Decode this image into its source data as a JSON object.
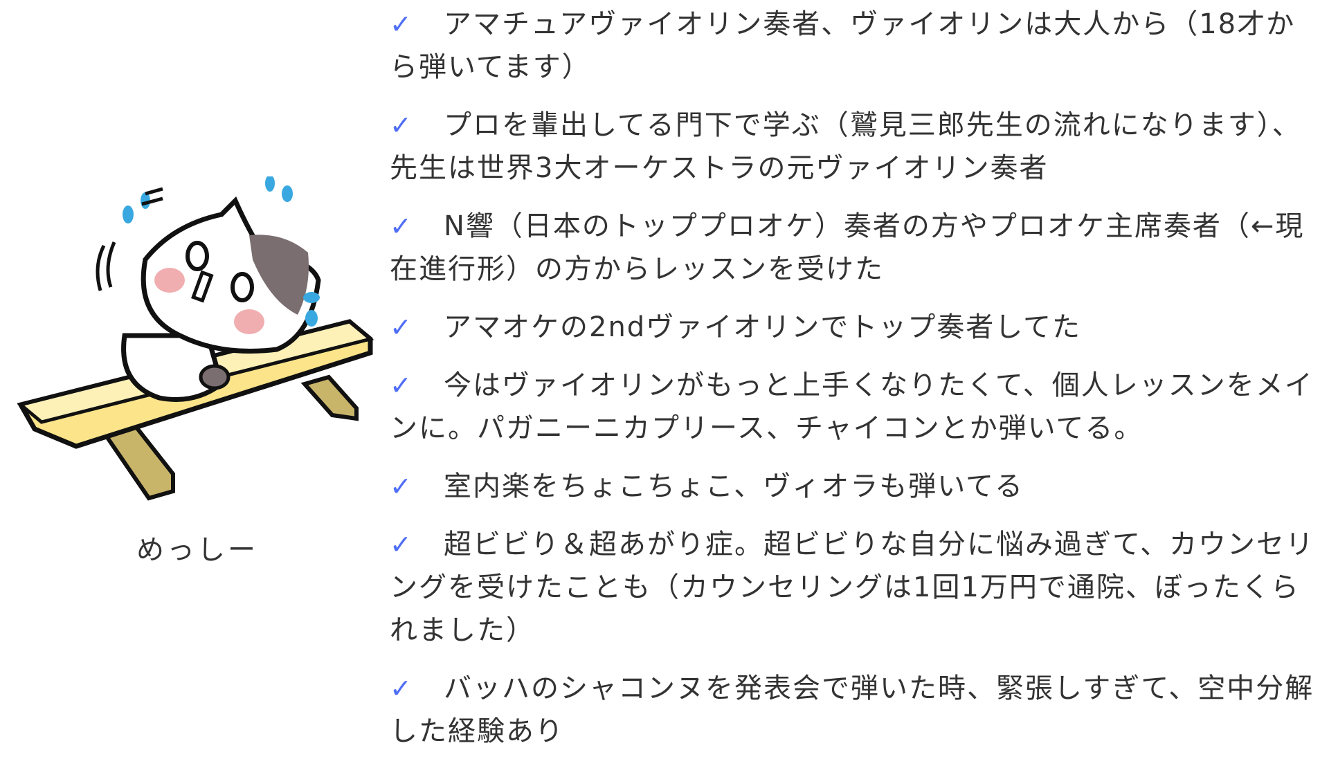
{
  "profile": {
    "name": "めっしー",
    "illustration": "cat-on-balance-beam-illustration"
  },
  "list": {
    "check_icon": "✓",
    "check_color": "#4f6ef7",
    "items": [
      "アマチュアヴァイオリン奏者、ヴァイオリンは大人から（18才から弾いてます）",
      "プロを輩出してる門下で学ぶ（鷲見三郎先生の流れになります）、先生は世界3大オーケストラの元ヴァイオリン奏者",
      "N響（日本のトッププロオケ）奏者の方やプロオケ主席奏者（←現在進行形）の方からレッスンを受けた",
      "アマオケの2ndヴァイオリンでトップ奏者してた",
      "今はヴァイオリンがもっと上手くなりたくて、個人レッスンをメインに。パガニーニカプリース、チャイコンとか弾いてる。",
      "室内楽をちょこちょこ、ヴィオラも弾いてる",
      "超ビビり＆超あがり症。超ビビりな自分に悩み過ぎて、カウンセリングを受けたことも（カウンセリングは1回1万円で通院、ぼったくられました）",
      "バッハのシャコンヌを発表会で弾いた時、緊張しすぎて、空中分解した経験あり"
    ]
  }
}
